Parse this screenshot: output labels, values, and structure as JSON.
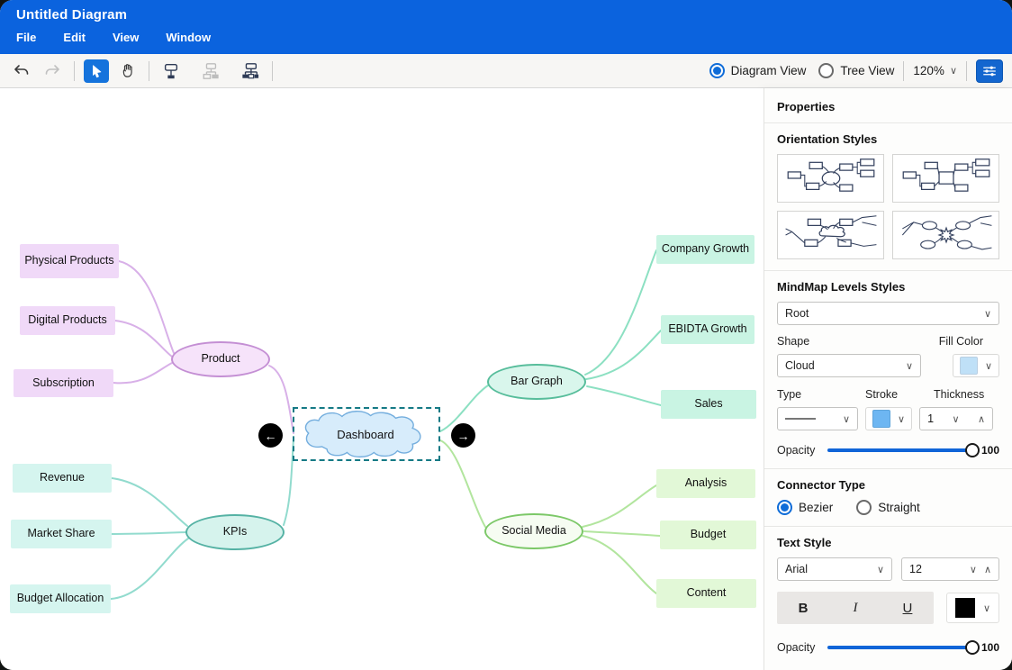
{
  "window": {
    "title": "Untitled Diagram",
    "menus": [
      "File",
      "Edit",
      "View",
      "Window"
    ]
  },
  "toolbar": {
    "icons": [
      "undo-icon",
      "redo-icon",
      "cursor-icon",
      "hand-icon",
      "tree-layout-single-icon",
      "tree-layout-two-icon",
      "tree-layout-multi-icon",
      "sliders-icon"
    ],
    "view_modes": [
      {
        "label": "Diagram View",
        "selected": true
      },
      {
        "label": "Tree View",
        "selected": false
      }
    ],
    "zoom_value": "120%"
  },
  "canvas": {
    "nodes": {
      "dashboard": {
        "label": "Dashboard",
        "shape": "cloud",
        "fill": "#d7ecfb"
      },
      "product": {
        "label": "Product",
        "shape": "ellipse",
        "fill": "#f6e3fa"
      },
      "physical_products": {
        "label": "Physical Products",
        "fill": "#f0d9f8"
      },
      "digital_products": {
        "label": "Digital Products",
        "fill": "#f0d9f8"
      },
      "subscription": {
        "label": "Subscription",
        "fill": "#f0d9f8"
      },
      "kpis": {
        "label": "KPIs",
        "shape": "ellipse",
        "fill": "#d6f3ed"
      },
      "revenue": {
        "label": "Revenue",
        "fill": "#d5f5ef"
      },
      "market_share": {
        "label": "Market Share",
        "fill": "#d5f5ef"
      },
      "budget_allocation": {
        "label": "Budget Allocation",
        "fill": "#d5f5ef"
      },
      "bar_graph": {
        "label": "Bar Graph",
        "shape": "ellipse",
        "fill": "#d9f6ec"
      },
      "company_growth": {
        "label": "Company Growth",
        "fill": "#c9f4e3"
      },
      "ebidta_growth": {
        "label": "EBIDTA Growth",
        "fill": "#c9f4e3"
      },
      "sales": {
        "label": "Sales",
        "fill": "#c9f4e3"
      },
      "social_media": {
        "label": "Social Media",
        "shape": "ellipse",
        "fill": "#f6fcf2"
      },
      "analysis": {
        "label": "Analysis",
        "fill": "#e2f8d7"
      },
      "budget": {
        "label": "Budget",
        "fill": "#e2f8d7"
      },
      "content": {
        "label": "Content",
        "fill": "#e2f8d7"
      }
    },
    "nav": {
      "left_arrow": "←",
      "right_arrow": "→"
    }
  },
  "panel": {
    "title": "Properties",
    "orientation": {
      "title": "Orientation Styles",
      "styles": [
        "ellipse-center",
        "rectangle-center",
        "cloud-center",
        "star-center"
      ]
    },
    "levels": {
      "title": "MindMap Levels Styles",
      "level_value": "Root",
      "shape_label": "Shape",
      "fill_color_label": "Fill Color",
      "shape_value": "Cloud",
      "fill_color": "#bfe0f7",
      "type_label": "Type",
      "stroke_label": "Stroke",
      "thickness_label": "Thickness",
      "stroke_color": "#6db6f2",
      "thickness_value": "1",
      "opacity_label": "Opacity",
      "opacity_value": "100"
    },
    "connector": {
      "title": "Connector Type",
      "options": [
        {
          "label": "Bezier",
          "selected": true
        },
        {
          "label": "Straight",
          "selected": false
        }
      ]
    },
    "text_style": {
      "title": "Text Style",
      "font_value": "Arial",
      "size_value": "12",
      "bold_label": "B",
      "italic_label": "I",
      "underline_label": "U",
      "font_color": "#000000",
      "opacity_label": "Opacity",
      "opacity_value": "100"
    }
  },
  "colors": {
    "titlebar": "#0b63de",
    "accent_blue": "#0f6cd8",
    "selection_dash": "#157a85",
    "branch_purple": "#d8b0e8",
    "branch_teal": "#92dbce",
    "branch_mint": "#8ce0c2",
    "branch_green": "#b2e59e"
  }
}
